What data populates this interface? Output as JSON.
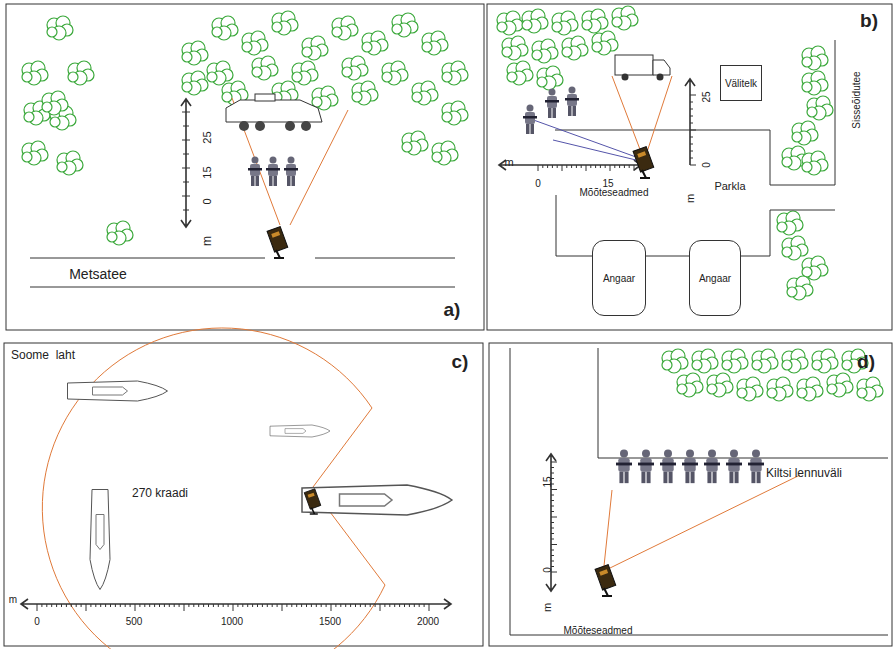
{
  "diagram": {
    "nodes": [
      {
        "text": [
          "Välitelk"
        ]
      },
      {
        "text": [
          "Angaar"
        ]
      },
      {
        "text": [
          "Angaar"
        ]
      }
    ],
    "labels": [
      "25",
      "15",
      "0",
      "m",
      "Metsatee",
      "a)",
      "b)",
      "m",
      "0",
      "15",
      "Mõõteseadmed",
      "25",
      "0",
      "m",
      "Parkla",
      "Sisseõidutee",
      "Soome  laht",
      "c)",
      "270 kraadi",
      "m",
      "0",
      "500",
      "1000",
      "1500",
      "2000",
      "d)",
      "15",
      "0",
      "m",
      "Mõõteseadmed",
      "Kiltsi lennuväli"
    ]
  }
}
